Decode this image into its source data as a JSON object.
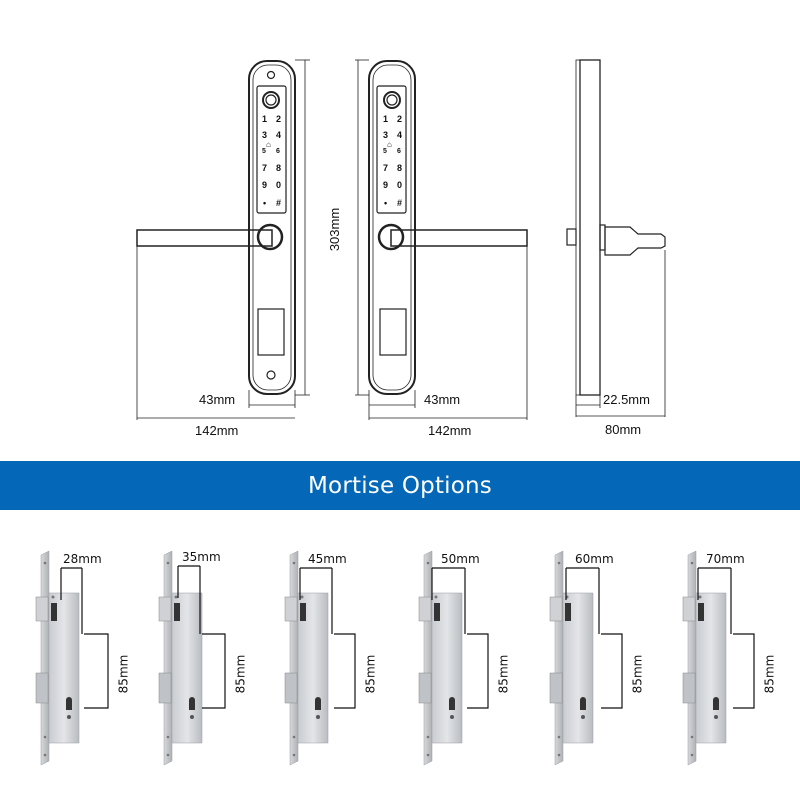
{
  "technical_drawing": {
    "front_view_left": {
      "keypad": [
        "1",
        "2",
        "3",
        "4",
        "5",
        "6",
        "7",
        "8",
        "9",
        "0",
        "*",
        "#"
      ],
      "width_label": "43mm",
      "total_width_label": "142mm"
    },
    "front_view_right": {
      "keypad": [
        "1",
        "2",
        "3",
        "4",
        "5",
        "6",
        "7",
        "8",
        "9",
        "0",
        "*",
        "#"
      ],
      "height_label": "303mm",
      "width_label": "43mm",
      "total_width_label": "142mm"
    },
    "side_view": {
      "thickness_label": "22.5mm",
      "depth_label": "80mm"
    }
  },
  "banner": {
    "title": "Mortise Options",
    "color": "#0567b8"
  },
  "mortise_options": [
    {
      "backset": "28mm",
      "center_distance": "85mm"
    },
    {
      "backset": "35mm",
      "center_distance": "85mm"
    },
    {
      "backset": "45mm",
      "center_distance": "85mm"
    },
    {
      "backset": "50mm",
      "center_distance": "85mm"
    },
    {
      "backset": "60mm",
      "center_distance": "85mm"
    },
    {
      "backset": "70mm",
      "center_distance": "85mm"
    }
  ]
}
